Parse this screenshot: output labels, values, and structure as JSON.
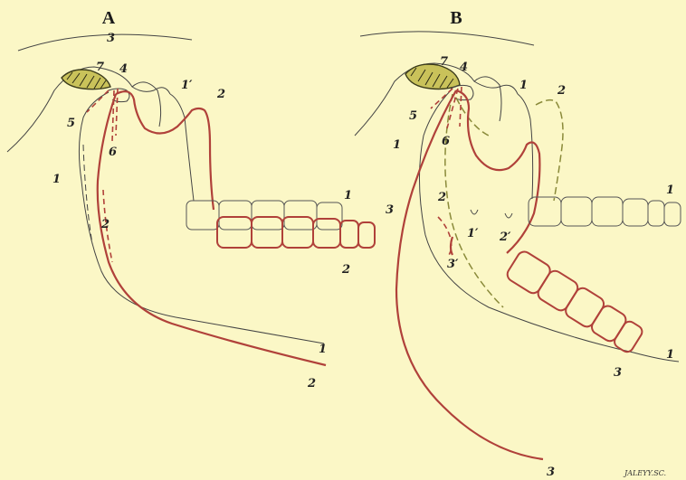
{
  "panels": {
    "a": {
      "title": "A",
      "labels": [
        "3",
        "7",
        "4",
        "1′",
        "2",
        "5",
        "6",
        "1",
        "2",
        "1",
        "2",
        "1",
        "2"
      ]
    },
    "b": {
      "title": "B",
      "labels": [
        "7",
        "4",
        "1",
        "2",
        "5",
        "6",
        "1",
        "2",
        "3",
        "1′",
        "2′",
        "3′",
        "1",
        "1",
        "3",
        "3"
      ]
    }
  },
  "signature": "JALEYY.SC.",
  "colors": {
    "background": "#fbf7c6",
    "outline_grey": "#444444",
    "outline_red": "#b0413a",
    "cartilage": "#c9c25a"
  }
}
